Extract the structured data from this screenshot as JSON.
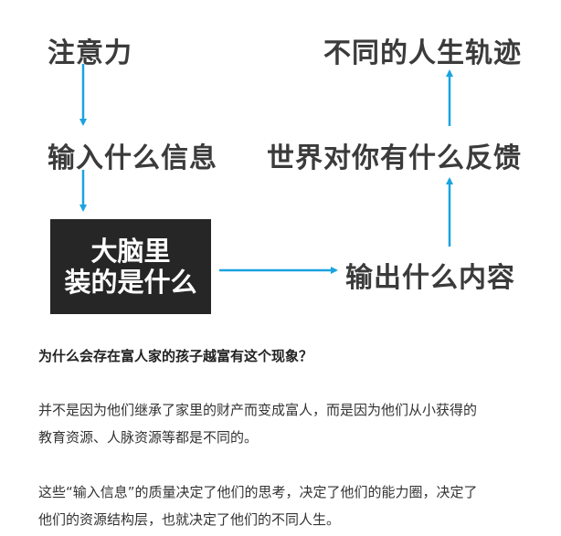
{
  "diagram": {
    "attention": "注意力",
    "input_info": "输入什么信息",
    "brain_line1": "大脑里",
    "brain_line2": "装的是什么",
    "output": "输出什么内容",
    "feedback": "世界对你有什么反馈",
    "trajectory": "不同的人生轨迹",
    "arrow_color": "#1aa3e0"
  },
  "article": {
    "question": "为什么会存在富人家的孩子越富有这个现象？",
    "para1_line1": "并不是因为他们继承了家里的财产而变成富人，而是因为他们从小获得的",
    "para1_line2": "教育资源、人脉资源等都是不同的。",
    "para2_line1": "这些“输入信息”的质量决定了他们的思考，决定了他们的能力圈，决定了",
    "para2_line2": "他们的资源结构层，也就决定了他们的不同人生。"
  }
}
